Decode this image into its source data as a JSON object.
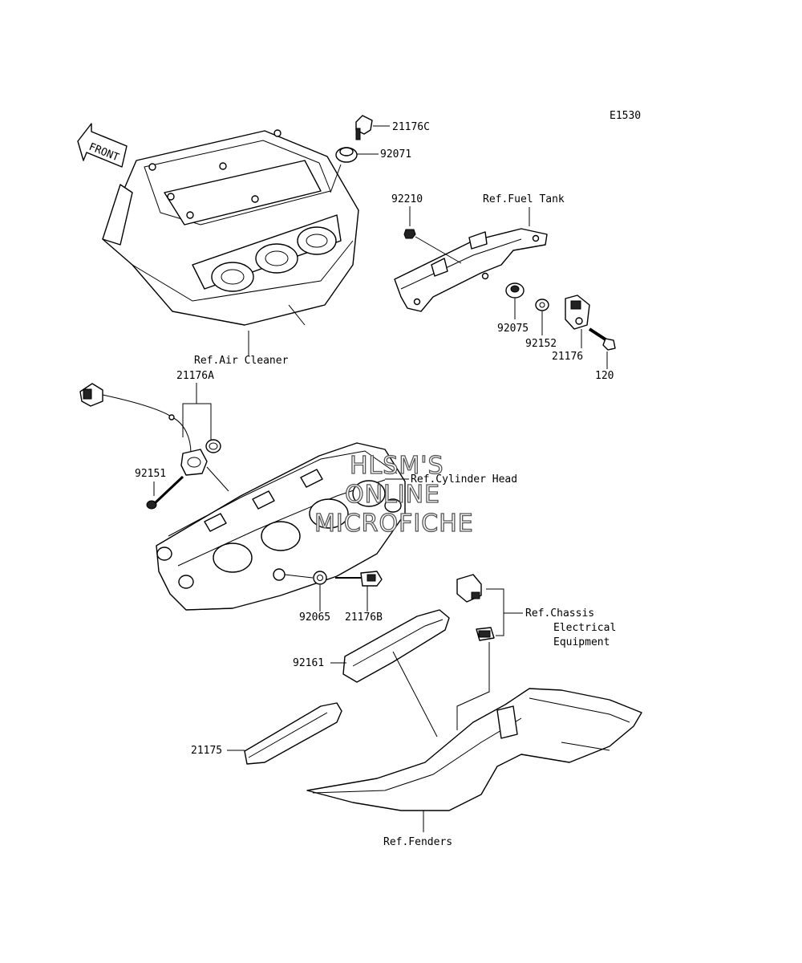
{
  "diagram_code": "E1530",
  "direction_label": "FRONT",
  "watermark": [
    "HLSM'S",
    "ONLINE",
    "MICROFICHE"
  ],
  "part_numbers": {
    "p21176C": "21176C",
    "p92071": "92071",
    "p92210": "92210",
    "p92075": "92075",
    "p92152": "92152",
    "p21176": "21176",
    "p120": "120",
    "p21176A": "21176A",
    "p92151": "92151",
    "p92065": "92065",
    "p21176B": "21176B",
    "p92161": "92161",
    "p21175": "21175"
  },
  "references": {
    "fuel_tank": "Ref.Fuel Tank",
    "air_cleaner": "Ref.Air Cleaner",
    "cylinder_head": "Ref.Cylinder Head",
    "chassis_1": "Ref.Chassis",
    "chassis_2": "Electrical",
    "chassis_3": "Equipment",
    "fenders": "Ref.Fenders"
  },
  "colors": {
    "line": "#000000",
    "background": "#ffffff",
    "watermark_outline": "#555555"
  }
}
